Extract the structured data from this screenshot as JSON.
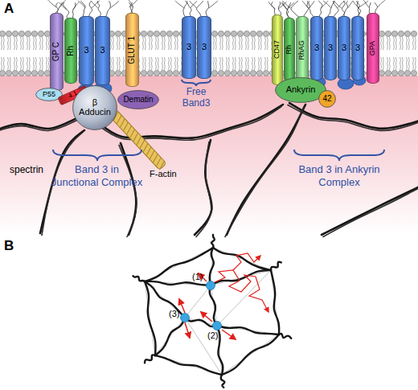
{
  "diagram": {
    "nodes": [
      {
        "text": [
          "GP C"
        ]
      },
      {
        "text": [
          "Rh"
        ]
      },
      {
        "text": [
          "3"
        ]
      },
      {
        "text": [
          "3"
        ]
      },
      {
        "text": [
          "GLUT 1"
        ]
      },
      {
        "text": [
          "3"
        ]
      },
      {
        "text": [
          "3"
        ]
      },
      {
        "text": [
          "CD47"
        ]
      },
      {
        "text": [
          "Rh"
        ]
      },
      {
        "text": [
          "RhAG"
        ]
      },
      {
        "text": [
          "3"
        ]
      },
      {
        "text": [
          "3"
        ]
      },
      {
        "text": [
          "3"
        ]
      },
      {
        "text": [
          "3"
        ]
      },
      {
        "text": [
          "GPA"
        ]
      },
      {
        "text": [
          "P55"
        ]
      },
      {
        "text": [
          "4.1"
        ]
      },
      {
        "text": [
          "β Adducin"
        ]
      },
      {
        "text": [
          "Dematin"
        ]
      },
      {
        "text": [
          "Ankyrin"
        ]
      },
      {
        "text": [
          "42"
        ]
      }
    ],
    "labels": [
      "A",
      "spectrin",
      "F-actin",
      "Band 3 in Junctional Complex",
      "Free Band3",
      "Band 3 in Ankyrin Complex",
      "B",
      "(1)",
      "(2)",
      "(3)"
    ]
  }
}
